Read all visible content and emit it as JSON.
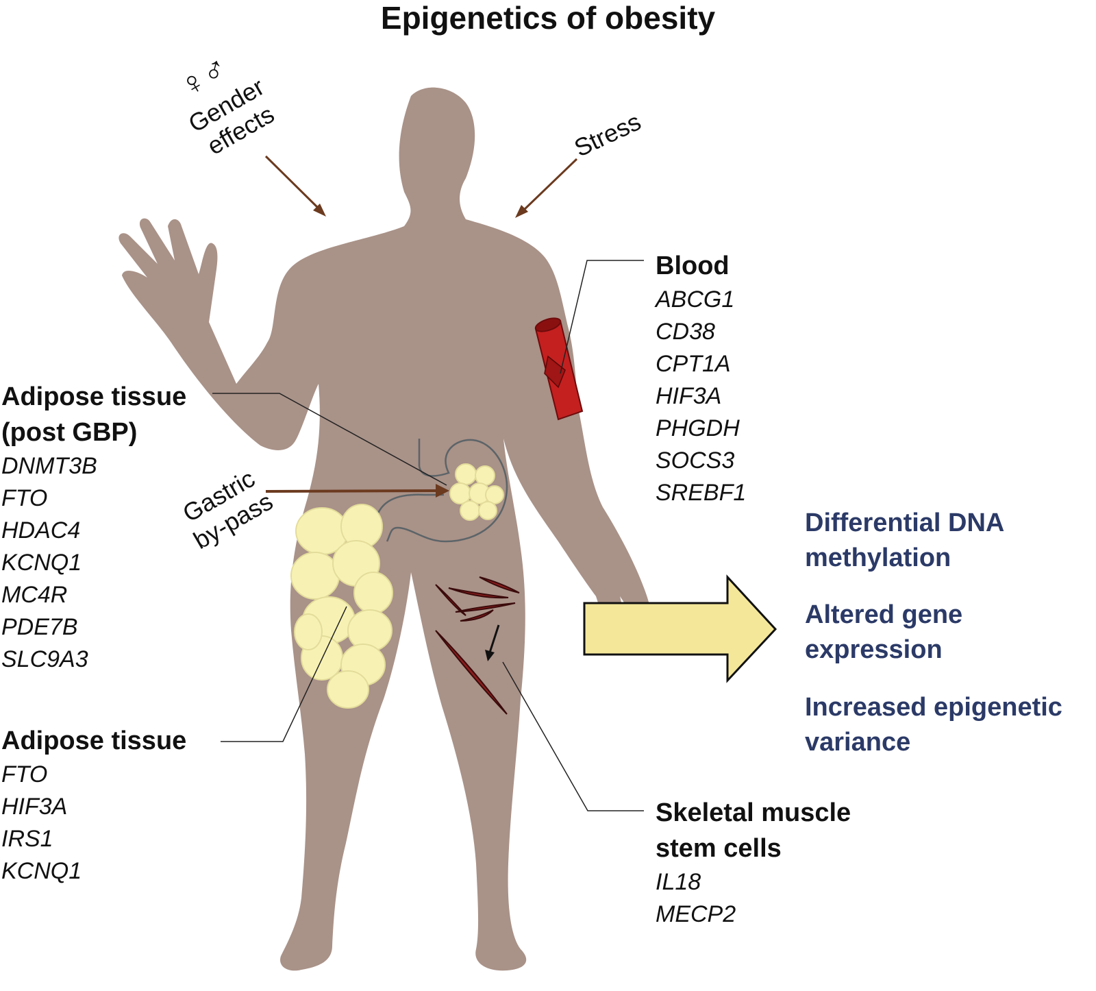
{
  "title": "Epigenetics of obesity",
  "factors": {
    "gender_symbols": "♀♂",
    "gender_line1": "Gender",
    "gender_line2": "effects",
    "stress": "Stress",
    "gastric_line1": "Gastric",
    "gastric_line2": "by-pass"
  },
  "blood": {
    "heading": "Blood",
    "genes": [
      "ABCG1",
      "CD38",
      "CPT1A",
      "HIF3A",
      "PHGDH",
      "SOCS3",
      "SREBF1"
    ]
  },
  "adipose_gbp": {
    "heading_line1": "Adipose tissue",
    "heading_line2": "(post GBP)",
    "genes": [
      "DNMT3B",
      "FTO",
      "HDAC4",
      "KCNQ1",
      "MC4R",
      "PDE7B",
      "SLC9A3"
    ]
  },
  "adipose": {
    "heading": "Adipose tissue",
    "genes": [
      "FTO",
      "HIF3A",
      "IRS1",
      "KCNQ1"
    ]
  },
  "muscle": {
    "heading_line1": "Skeletal muscle",
    "heading_line2": "stem cells",
    "genes": [
      "IL18",
      "MECP2"
    ]
  },
  "outcomes": {
    "o1_line1": "Differential DNA",
    "o1_line2": "methylation",
    "o2_line1": "Altered gene",
    "o2_line2": "expression",
    "o3_line1": "Increased epigenetic",
    "o3_line2": "variance"
  },
  "colors": {
    "body": "#a99288",
    "fat": "#f7f2b4",
    "muscle": "#8c1d1d",
    "vessel": "#c42020",
    "arrow_brown": "#6b3a1f",
    "big_arrow": "#f4e79a",
    "outcome_text": "#2b3a67"
  }
}
